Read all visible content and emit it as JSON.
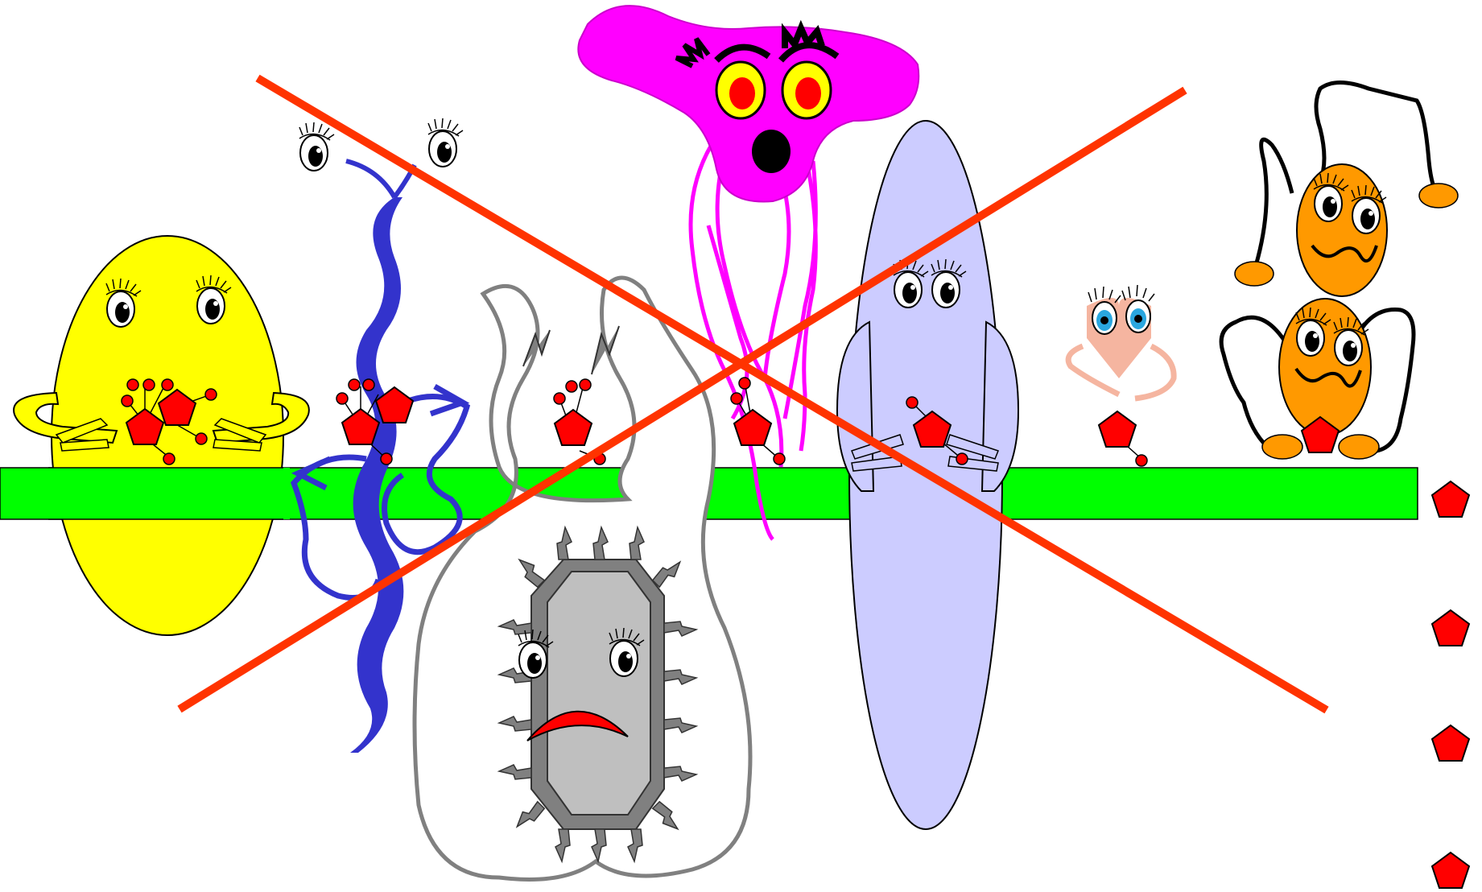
{
  "colors": {
    "background": "#ffffff",
    "membrane": "#00ff00",
    "cross": "#ff3300",
    "sugar": "#ff0000",
    "yellow_cell": "#ffff00",
    "blue_strand": "#3333cc",
    "magenta_blob": "#ff00ff",
    "lavender_oval": "#ccccff",
    "virus_gray": "#bfbfbf",
    "orange_cell": "#ff9900",
    "pink_creature": "#f5b5a0"
  },
  "characters": [
    {
      "name": "yellow-oval-creature",
      "icon": "happy-yellow-cell"
    },
    {
      "name": "blue-strand-creature",
      "icon": "wavy-blue-strand"
    },
    {
      "name": "spiky-gray-virus",
      "icon": "sad-octagon-face",
      "mood": "sad"
    },
    {
      "name": "magenta-blob-creature",
      "icon": "surprised-magenta-face",
      "mood": "surprised"
    },
    {
      "name": "lavender-oval-creature",
      "icon": "tall-lavender-oval"
    },
    {
      "name": "pink-heart-creature",
      "icon": "small-pink-heart"
    },
    {
      "name": "orange-egg-creatures",
      "icon": "two-orange-eggs"
    }
  ],
  "free_sugars_count": 4,
  "overlay": {
    "icon": "cross-out-mark"
  }
}
